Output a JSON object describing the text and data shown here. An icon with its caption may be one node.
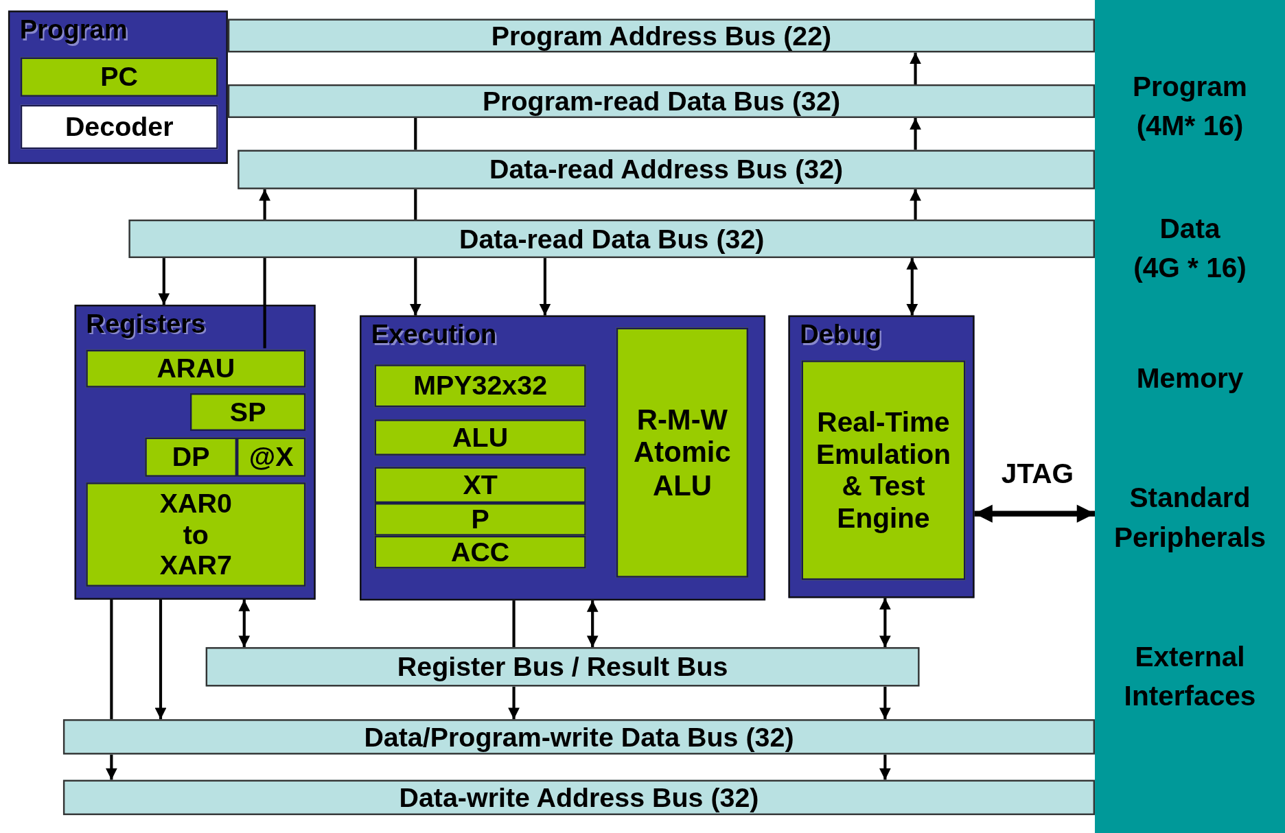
{
  "diagram": {
    "nodes": [
      {
        "text": [
          "Program"
        ]
      },
      {
        "text": [
          "PC"
        ],
        "in": 0
      },
      {
        "text": [
          "Decoder"
        ],
        "in": 0
      },
      {
        "text": [
          "Program Address Bus (22)"
        ]
      },
      {
        "text": [
          "Program-read Data Bus (32)"
        ]
      },
      {
        "text": [
          "Data-read Address Bus (32)"
        ]
      },
      {
        "text": [
          "Data-read Data Bus (32)"
        ]
      },
      {
        "text": [
          "Registers"
        ]
      },
      {
        "text": [
          "ARAU"
        ],
        "in": 7
      },
      {
        "text": [
          "SP"
        ],
        "in": 7
      },
      {
        "text": [
          "DP"
        ],
        "in": 7
      },
      {
        "text": [
          "@X"
        ],
        "in": 7
      },
      {
        "text": [
          "XAR0 to XAR7"
        ],
        "in": 7
      },
      {
        "text": [
          "Execution"
        ]
      },
      {
        "text": [
          "MPY32x32"
        ],
        "in": 13
      },
      {
        "text": [
          "ALU"
        ],
        "in": 13
      },
      {
        "text": [
          "XT"
        ],
        "in": 13
      },
      {
        "text": [
          "P"
        ],
        "in": 13
      },
      {
        "text": [
          "ACC"
        ],
        "in": 13
      },
      {
        "text": [
          "R-M-W Atomic ALU"
        ],
        "in": 13
      },
      {
        "text": [
          "Debug"
        ]
      },
      {
        "text": [
          "Real-Time Emulation & Test Engine"
        ],
        "in": 20
      },
      {
        "text": [
          "Register Bus / Result Bus"
        ]
      },
      {
        "text": [
          "Data/Program-write Data Bus (32)"
        ]
      },
      {
        "text": [
          "Data-write Address Bus (32)"
        ]
      },
      {
        "text": [
          "Program (4M* 16)",
          "Data (4G * 16)",
          "Memory",
          "Standard Peripherals",
          "External Interfaces"
        ]
      }
    ],
    "edges": [
      {
        "from": 4,
        "to": 3,
        "arrow": "to"
      },
      {
        "from": 5,
        "to": 4,
        "arrow": "to"
      },
      {
        "from": 4,
        "to": 5,
        "arrow": "none"
      },
      {
        "from": 5,
        "to": 6,
        "arrow": "none"
      },
      {
        "from": 6,
        "to": 13,
        "arrow": "to"
      },
      {
        "from": 8,
        "to": 6,
        "arrow": "none"
      },
      {
        "from": 6,
        "to": 5,
        "arrow": "to"
      },
      {
        "from": 6,
        "to": 5,
        "arrow": "to"
      },
      {
        "from": 6,
        "to": 7,
        "arrow": "to"
      },
      {
        "from": 6,
        "to": 13,
        "arrow": "to"
      },
      {
        "from": 20,
        "to": 6,
        "arrow": "both"
      },
      {
        "from": 20,
        "to": 25,
        "arrow": "both",
        "label": "JTAG",
        "style": "thick"
      },
      {
        "from": 7,
        "to": 22,
        "arrow": "both"
      },
      {
        "from": 13,
        "to": 22,
        "arrow": "none"
      },
      {
        "from": 13,
        "to": 22,
        "arrow": "both"
      },
      {
        "from": 20,
        "to": 22,
        "arrow": "both"
      },
      {
        "from": 7,
        "to": 23,
        "arrow": "none"
      },
      {
        "from": 7,
        "to": 23,
        "arrow": "to"
      },
      {
        "from": 22,
        "to": 23,
        "arrow": "to"
      },
      {
        "from": 22,
        "to": 23,
        "arrow": "to"
      },
      {
        "from": 23,
        "to": 24,
        "arrow": "to"
      },
      {
        "from": 23,
        "to": 24,
        "arrow": "to"
      }
    ]
  }
}
